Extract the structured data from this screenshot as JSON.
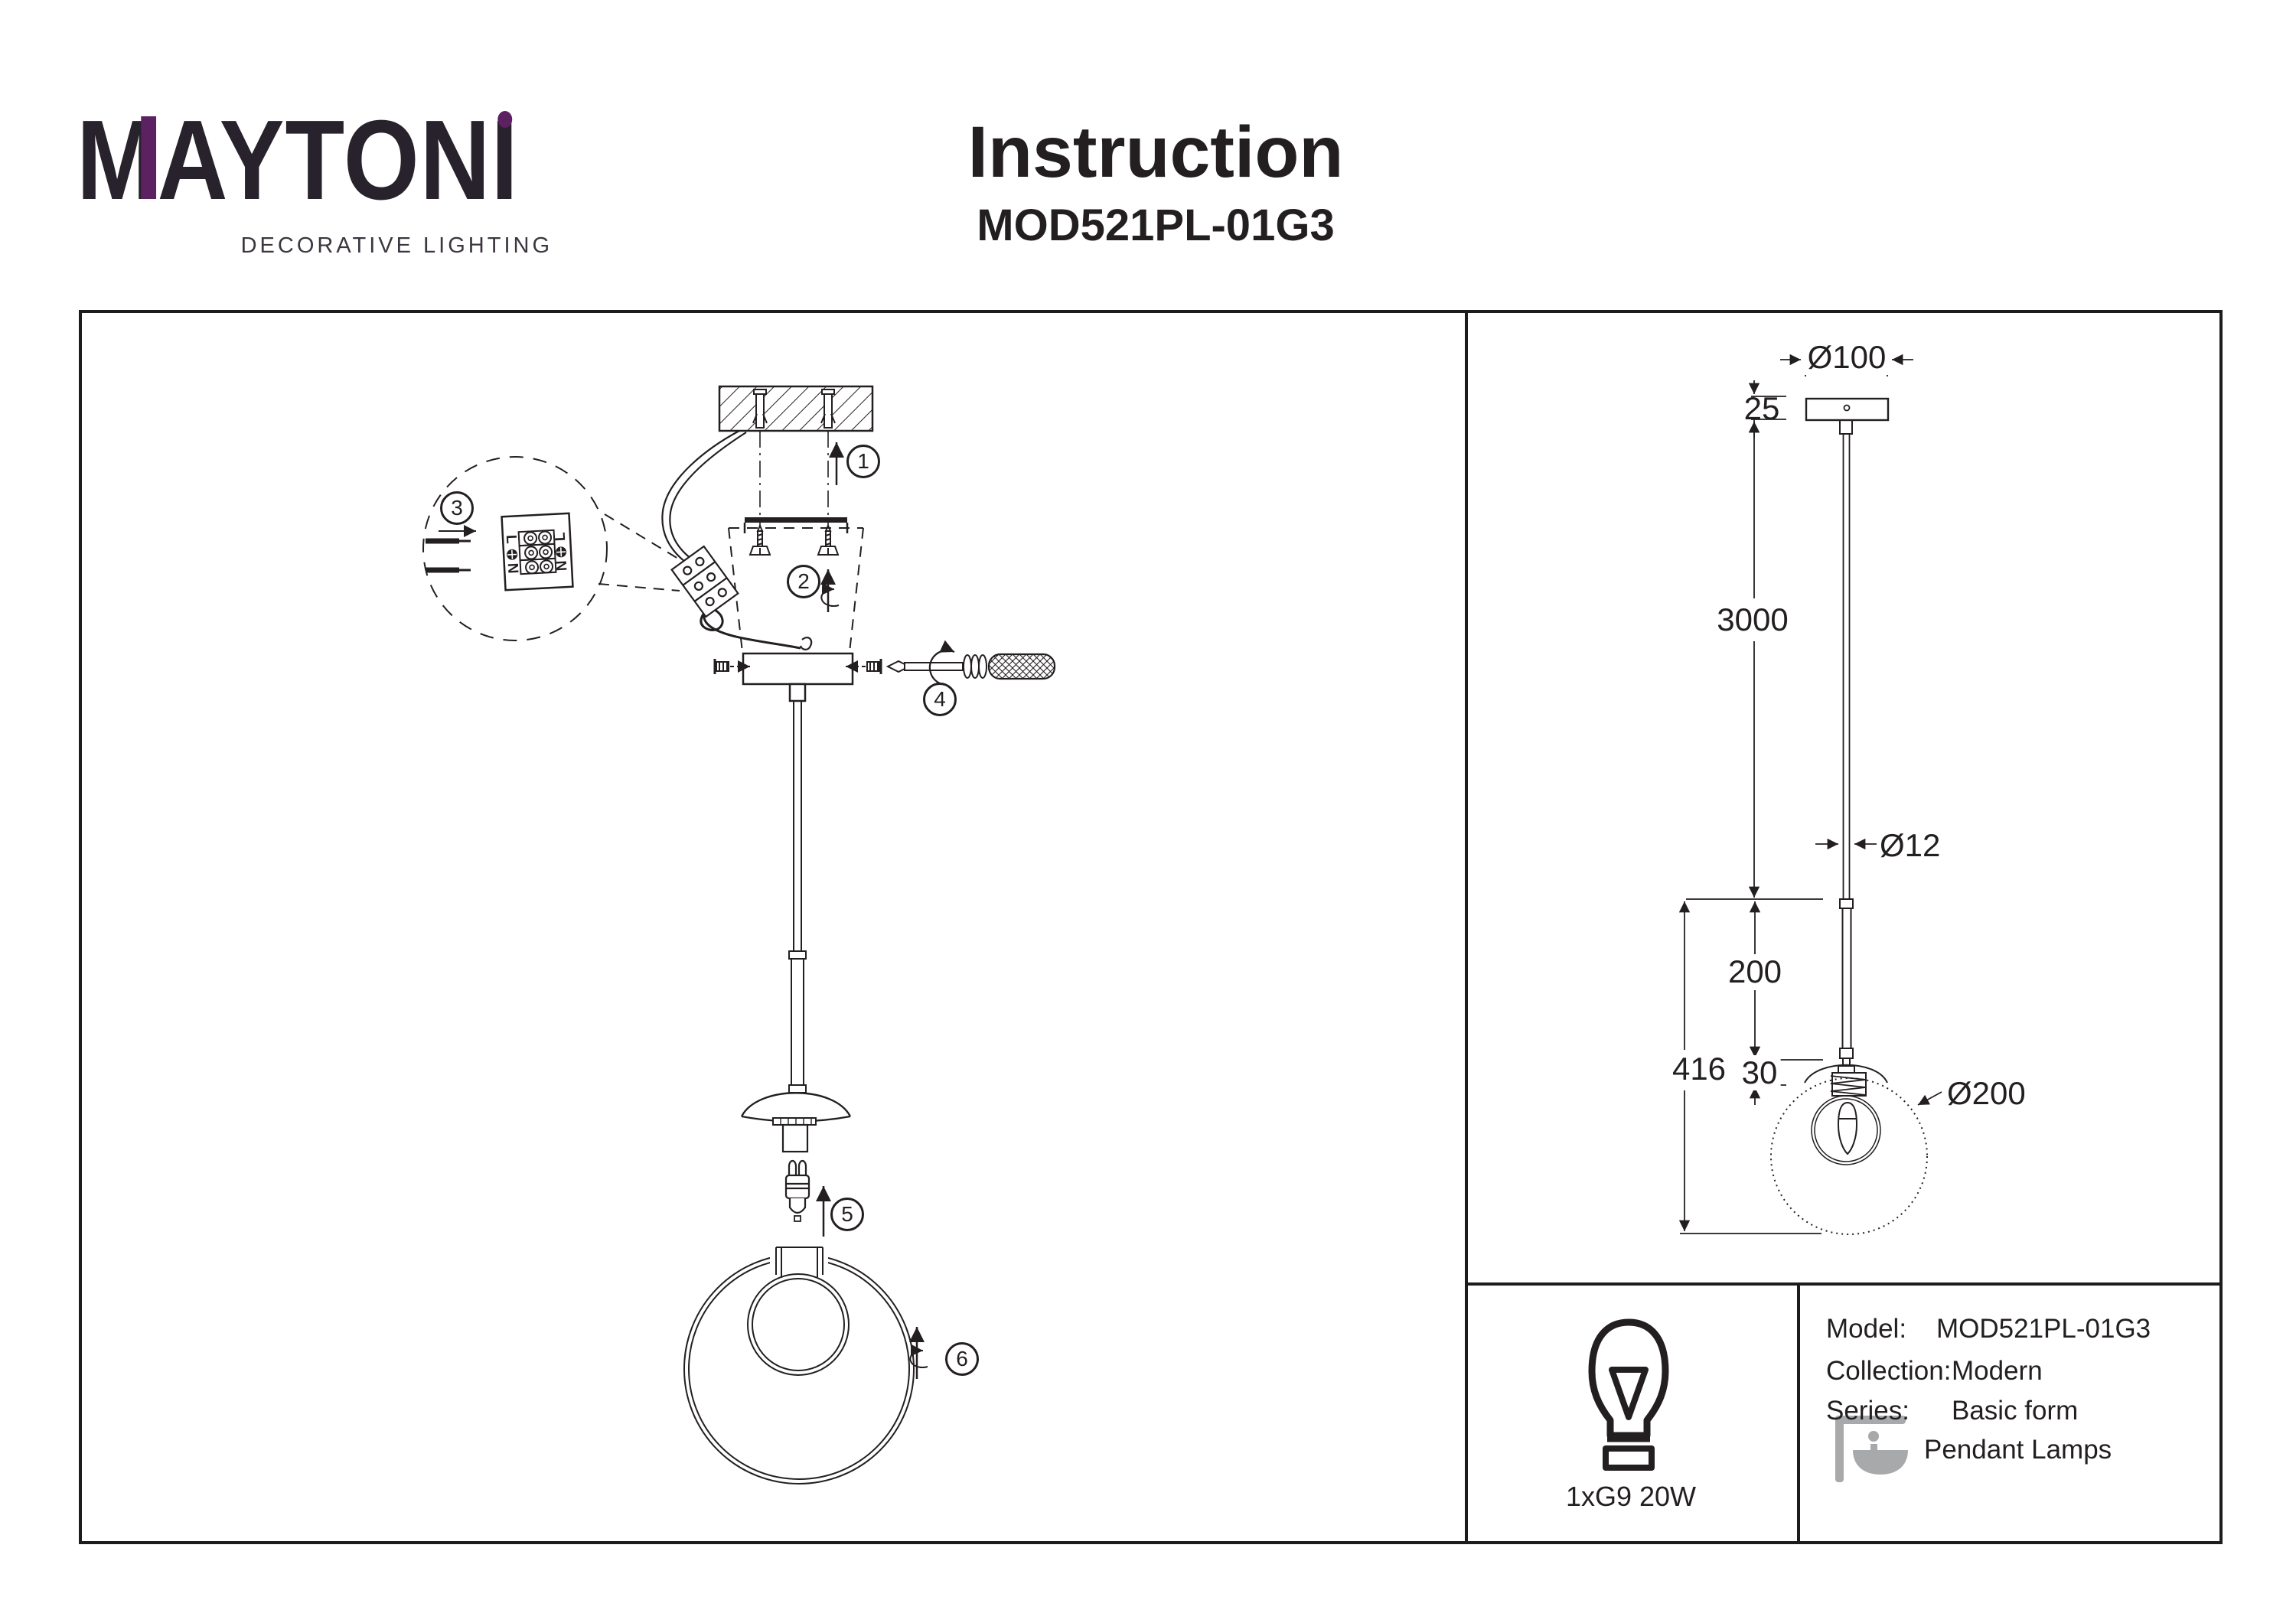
{
  "brand": {
    "wordmark_m": "M",
    "wordmark_mid": "AYTON",
    "wordmark_end": "I",
    "tagline": "DECORATIVE LIGHTING",
    "accent_color": "#5c2161",
    "ink_color": "#27222b"
  },
  "header": {
    "title": "Instruction",
    "model": "MOD521PL-01G3"
  },
  "assembly": {
    "steps": [
      "1",
      "2",
      "3",
      "4",
      "5",
      "6"
    ],
    "terminal": {
      "live": "L",
      "neutral": "N"
    }
  },
  "dimensions": {
    "canopy_diameter": "Ø100",
    "canopy_height": "25",
    "suspension_length": "3000",
    "rod_diameter": "Ø12",
    "rod_length": "200",
    "socket_height": "30",
    "fixture_height": "416",
    "shade_diameter": "Ø200"
  },
  "spec": {
    "model_label": "Model:",
    "model_value": "MOD521PL-01G3",
    "collection_label": "Collection:",
    "collection_value": "Modern",
    "series_label": "Series:",
    "series_value": "Basic form",
    "category_value": "Pendant Lamps",
    "bulb_label": "1xG9 20W"
  },
  "colors": {
    "line": "#231f20",
    "gray_icon": "#a7a9aa"
  }
}
